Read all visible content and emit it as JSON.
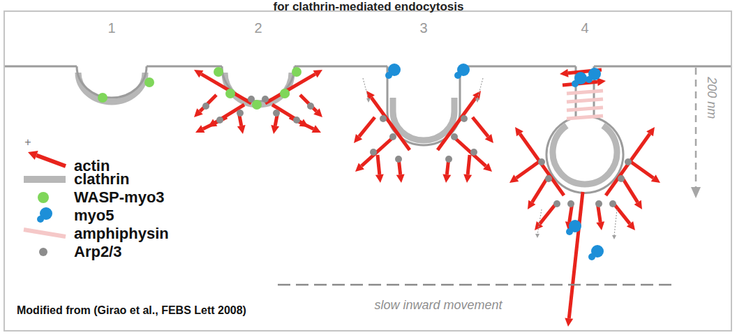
{
  "diagram": {
    "title": "for clathrin-mediated endocytosis",
    "caption": "Modified from (Girao et al., FEBS Lett 2008)",
    "labels": [
      "1",
      "2",
      "3",
      "4",
      "200 nm",
      "slow inward movement",
      "+"
    ],
    "legend": [
      {
        "text": "actin",
        "color": "#e8231c"
      },
      {
        "text": "clathrin",
        "color": "#b7b7b7"
      },
      {
        "text": "WASP-myo3",
        "color": "#7fd65a"
      },
      {
        "text": "myo5",
        "color": "#1d8fd8"
      },
      {
        "text": "amphiphysin",
        "color": "#f5c8c8"
      },
      {
        "text": "Arp2/3",
        "color": "#8c8c8c"
      }
    ]
  }
}
